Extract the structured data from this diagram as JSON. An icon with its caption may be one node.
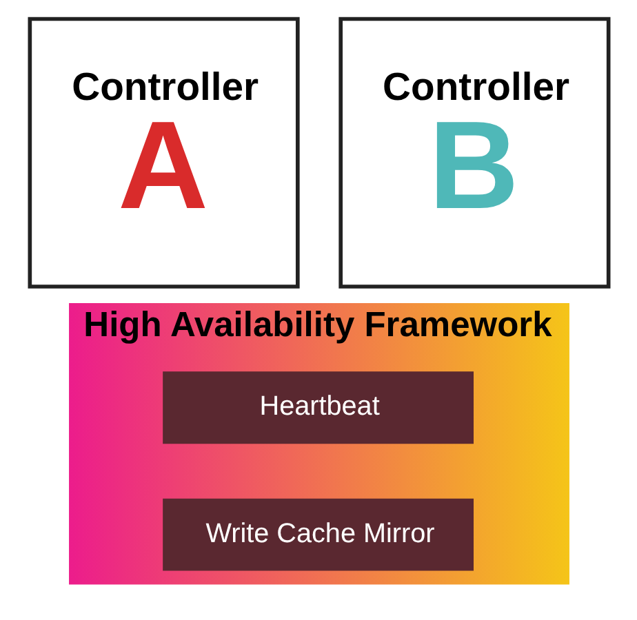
{
  "diagram": {
    "nodes": [
      {
        "text": [
          "Controller",
          "A"
        ]
      },
      {
        "text": [
          "Controller",
          "B"
        ]
      },
      {
        "text": [
          "High Availability Framework"
        ]
      },
      {
        "text": [
          "Heartbeat"
        ],
        "in": 2
      },
      {
        "text": [
          "Write Cache Mirror"
        ],
        "in": 2
      }
    ],
    "edges": []
  }
}
